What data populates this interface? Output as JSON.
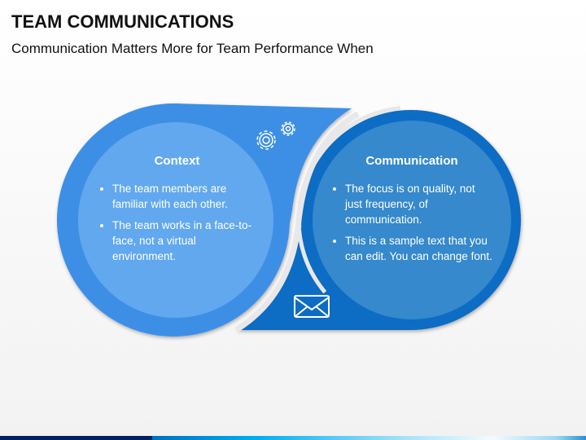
{
  "title": "TEAM COMMUNICATIONS",
  "subtitle": "Communication Matters More for Team Performance When",
  "left": {
    "heading": "Context",
    "icon": "gears-icon",
    "bullets": [
      "The team members are familiar with each other.",
      "The team works in a face-to-face, not a virtual environment."
    ]
  },
  "right": {
    "heading": "Communication",
    "icon": "envelope-icon",
    "bullets": [
      "The focus is on quality, not just frequency, of communication.",
      "This is a sample text that you can edit. You can change font."
    ]
  },
  "colors": {
    "left_outer": "#3d8fe6",
    "left_inner": "#62a8ee",
    "right_outer": "#0a6cc4",
    "right_inner": "#3589cc"
  }
}
